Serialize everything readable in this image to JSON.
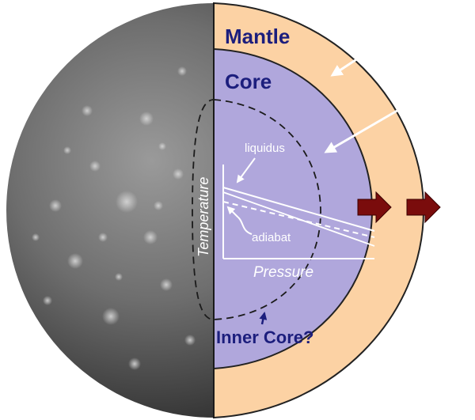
{
  "labels": {
    "mantle": "Mantle",
    "core": "Core",
    "inner_core": "Inner Core?",
    "liquidus": "liquidus",
    "adiabat": "adiabat",
    "temperature_axis": "Temperature",
    "pressure_axis": "Pressure"
  },
  "colors": {
    "mantle": "#fcd2a4",
    "core": "#b0a7dc",
    "surface_dark": "#3a3a3a",
    "surface_light": "#8a8a8a",
    "label_text": "#1c1e7d",
    "heat_flow_arrow": "#7a0c0c",
    "pointer_arrow": "#ffffff"
  },
  "icons": {
    "heat_flow": "right-block-arrow",
    "pointer": "white-line-arrow"
  }
}
